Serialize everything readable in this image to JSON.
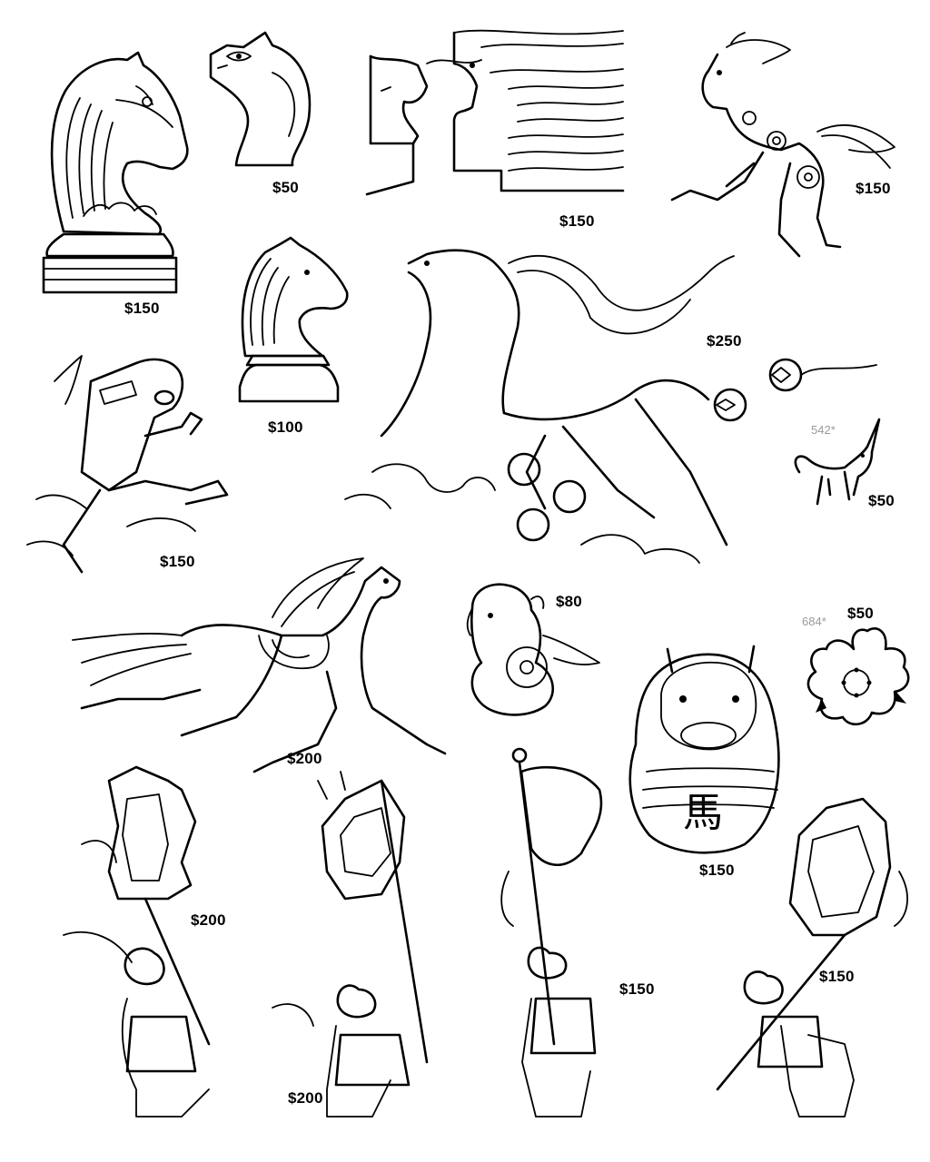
{
  "sheet": {
    "items": [
      {
        "name": "chess-knight-ornate",
        "price": "$150"
      },
      {
        "name": "knight-abstract",
        "price": "$50"
      },
      {
        "name": "double-horse-waves",
        "price": "$150"
      },
      {
        "name": "floral-horse",
        "price": "$150"
      },
      {
        "name": "chess-knight-simple",
        "price": "$100"
      },
      {
        "name": "flying-horse-coins",
        "price": "$250"
      },
      {
        "name": "cartoon-horse-rocket",
        "price": "$150"
      },
      {
        "name": "tiny-unicorn",
        "price": "$50",
        "ref": "542*"
      },
      {
        "name": "galloping-horse",
        "price": "$200"
      },
      {
        "name": "horse-gourd",
        "price": "$80"
      },
      {
        "name": "sakura-flower",
        "price": "$50",
        "ref": "684*"
      },
      {
        "name": "horse-daruma",
        "price": "$150",
        "glyph": "馬"
      },
      {
        "name": "child-banner-left",
        "price": "$200"
      },
      {
        "name": "child-flag-fringe",
        "price": "$200"
      },
      {
        "name": "child-flag-pole",
        "price": "$150"
      },
      {
        "name": "child-banner-right",
        "price": "$150"
      }
    ]
  }
}
